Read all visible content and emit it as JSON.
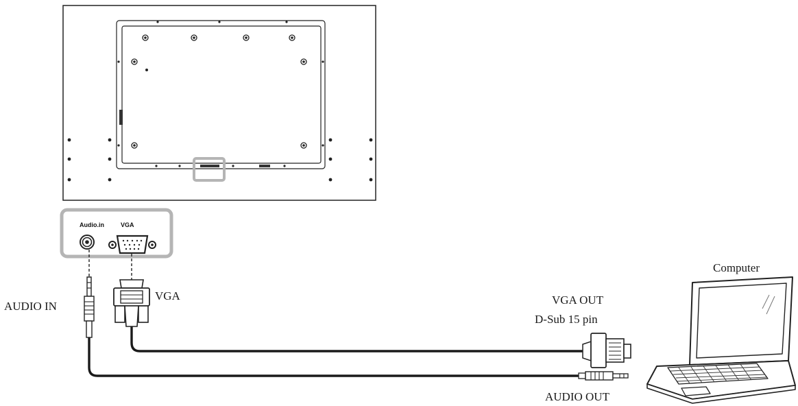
{
  "ports": {
    "audio_in": "Audio.in",
    "vga": "VGA"
  },
  "labels": {
    "audio_in": "AUDIO IN",
    "vga": "VGA",
    "vga_out_line1": "VGA OUT",
    "vga_out_line2": "D-Sub 15 pin",
    "audio_out": "AUDIO OUT",
    "computer": "Computer"
  },
  "colors": {
    "line": "#222222",
    "highlight": "#b5b5b5",
    "background": "#ffffff"
  },
  "icons": {
    "monitor": "monitor-rear-panel",
    "audio_jack": "audio-jack-icon",
    "vga_connector": "vga-connector-icon",
    "laptop": "laptop-icon"
  }
}
